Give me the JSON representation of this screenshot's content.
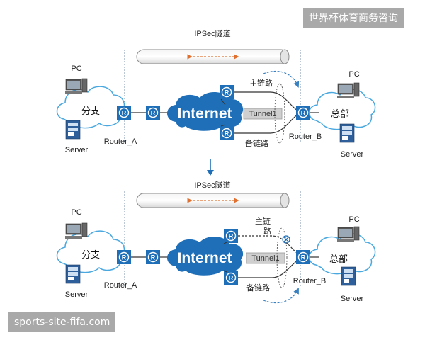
{
  "watermark_top": "世界杯体育商务咨询",
  "watermark_bottom": "sports-site-fifa.com",
  "panel_top": {
    "tunnel_title": "IPSec隧道",
    "branch_label": "分支",
    "hq_label": "总部",
    "pc_left": "PC",
    "pc_right": "PC",
    "server_left": "Server",
    "server_right": "Server",
    "router_a": "Router_A",
    "router_b": "Router_B",
    "internet": "Internet",
    "tunnel_box": "Tunnel1",
    "main_link": "主链路",
    "backup_link": "备链路"
  },
  "panel_bottom": {
    "tunnel_title": "IPSec隧道",
    "branch_label": "分支",
    "hq_label": "总部",
    "pc_left": "PC",
    "pc_right": "PC",
    "server_left": "Server",
    "server_right": "Server",
    "router_a": "Router_A",
    "router_b": "Router_B",
    "internet": "Internet",
    "tunnel_box": "Tunnel1",
    "main_link_1": "主链",
    "main_link_2": "路",
    "backup_link": "备链路"
  },
  "router_glyph": "R",
  "colors": {
    "router": "#1f6fb8",
    "internet": "#1f6fb8",
    "cloud_stroke": "#4aa8e0",
    "arrow": "#e07030",
    "dashed": "#3a80c0",
    "fail_mark": "#1f6fb8"
  }
}
